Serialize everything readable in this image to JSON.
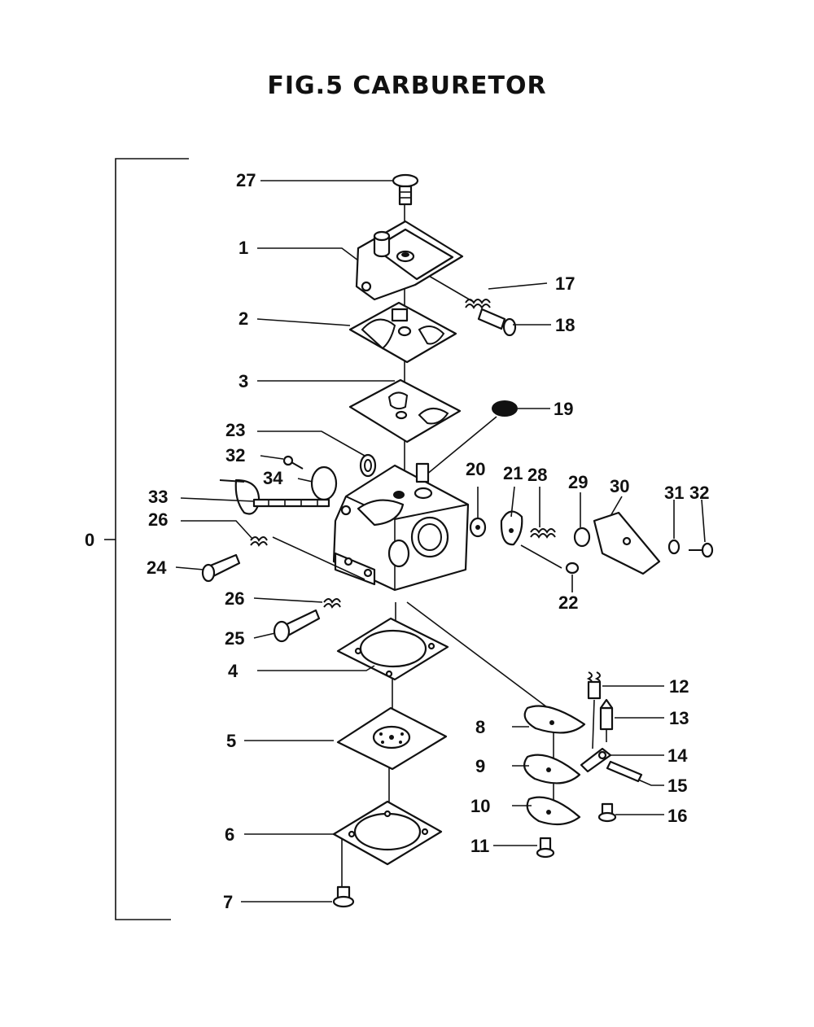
{
  "figure": {
    "title": "FIG.5  CARBURETOR"
  },
  "callouts": [
    {
      "id": "c0",
      "label": "0"
    },
    {
      "id": "c1",
      "label": "1"
    },
    {
      "id": "c2",
      "label": "2"
    },
    {
      "id": "c3",
      "label": "3"
    },
    {
      "id": "c4",
      "label": "4"
    },
    {
      "id": "c5",
      "label": "5"
    },
    {
      "id": "c6",
      "label": "6"
    },
    {
      "id": "c7",
      "label": "7"
    },
    {
      "id": "c8",
      "label": "8"
    },
    {
      "id": "c9",
      "label": "9"
    },
    {
      "id": "c10",
      "label": "10"
    },
    {
      "id": "c11",
      "label": "11"
    },
    {
      "id": "c12",
      "label": "12"
    },
    {
      "id": "c13",
      "label": "13"
    },
    {
      "id": "c14",
      "label": "14"
    },
    {
      "id": "c15",
      "label": "15"
    },
    {
      "id": "c16",
      "label": "16"
    },
    {
      "id": "c17",
      "label": "17"
    },
    {
      "id": "c18",
      "label": "18"
    },
    {
      "id": "c19",
      "label": "19"
    },
    {
      "id": "c20",
      "label": "20"
    },
    {
      "id": "c21",
      "label": "21"
    },
    {
      "id": "c22",
      "label": "22"
    },
    {
      "id": "c23",
      "label": "23"
    },
    {
      "id": "c24",
      "label": "24"
    },
    {
      "id": "c25",
      "label": "25"
    },
    {
      "id": "c26a",
      "label": "26"
    },
    {
      "id": "c26b",
      "label": "26"
    },
    {
      "id": "c27",
      "label": "27"
    },
    {
      "id": "c28",
      "label": "28"
    },
    {
      "id": "c29",
      "label": "29"
    },
    {
      "id": "c30",
      "label": "30"
    },
    {
      "id": "c31",
      "label": "31"
    },
    {
      "id": "c32a",
      "label": "32"
    },
    {
      "id": "c32b",
      "label": "32"
    },
    {
      "id": "c33",
      "label": "33"
    },
    {
      "id": "c34",
      "label": "34"
    }
  ]
}
